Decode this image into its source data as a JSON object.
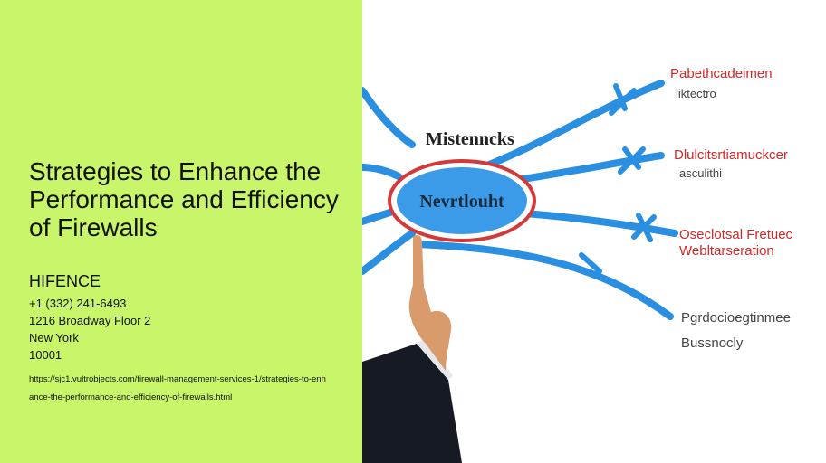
{
  "article": {
    "title": "Strategies to Enhance the Performance and Efficiency of Firewalls"
  },
  "company": {
    "name": "HIFENCE",
    "phone": "+1 (332) 241-6493",
    "street": "1216 Broadway Floor 2",
    "city": "New York",
    "zip": "10001",
    "url": "https://sjc1.vultrobjects.com/firewall-management-services-1/strategies-to-enhance-the-performance-and-efficiency-of-firewalls.html"
  },
  "image": {
    "center_label": "Nevrtlouht",
    "top_label": "Mistenncks",
    "branches": [
      {
        "line1": "Pabethcadeimen",
        "line2": "liktectro"
      },
      {
        "line1": "Dlulcitsrtiamuckcer",
        "line2": "asculithi"
      },
      {
        "line1": "Oseclotsal Fretuec",
        "line2": "Webltarseration"
      },
      {
        "line1": "Pgrdocioegtinmee",
        "line2": "Bussnocly"
      }
    ],
    "colors": {
      "branch": "#2a8fe0",
      "center_fill": "#3b9be8",
      "center_ring": "#d23a3a",
      "label_red": "#d02a2a",
      "label_gray": "#444444",
      "suit": "#161a22",
      "skin": "#d99a6c"
    }
  }
}
